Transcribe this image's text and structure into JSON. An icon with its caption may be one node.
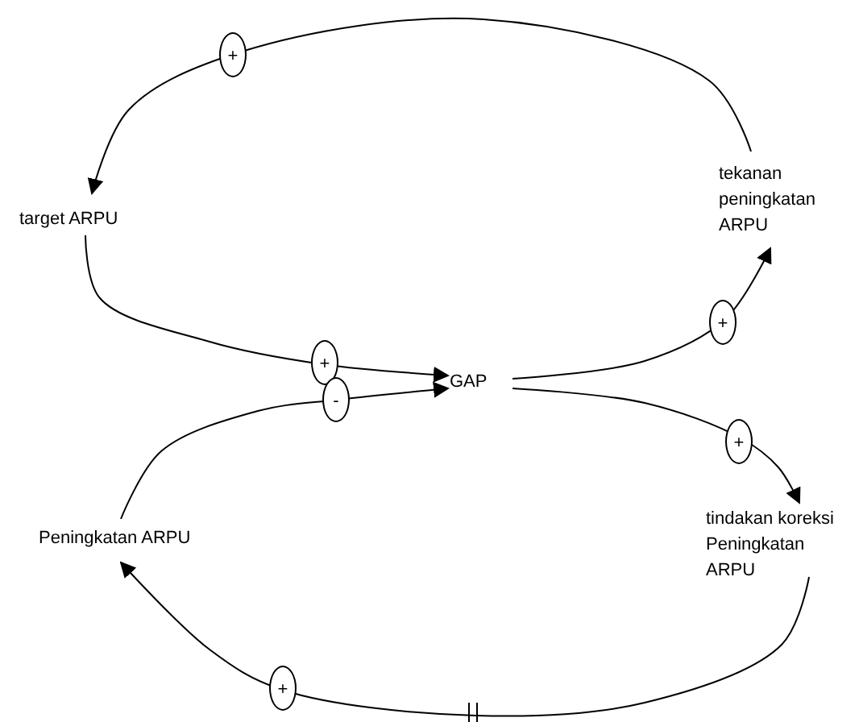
{
  "diagram": {
    "nodes": [
      {
        "text": [
          "target ARPU"
        ]
      },
      {
        "text": [
          "tekanan peningkatan ARPU"
        ]
      },
      {
        "text": [
          "GAP"
        ]
      },
      {
        "text": [
          "tindakan koreksi Peningkatan ARPU"
        ]
      },
      {
        "text": [
          "Peningkatan ARPU"
        ]
      }
    ],
    "edges": [
      {
        "from": 1,
        "to": 0,
        "arrow": "to",
        "label": "+"
      },
      {
        "from": 0,
        "to": 2,
        "arrow": "to",
        "label": "+"
      },
      {
        "from": 2,
        "to": 1,
        "arrow": "to",
        "label": "+"
      },
      {
        "from": 2,
        "to": 3,
        "arrow": "to",
        "label": "+"
      },
      {
        "from": 3,
        "to": 4,
        "arrow": "to",
        "label": "+"
      },
      {
        "from": 4,
        "to": 2,
        "arrow": "to",
        "label": "-"
      }
    ]
  }
}
